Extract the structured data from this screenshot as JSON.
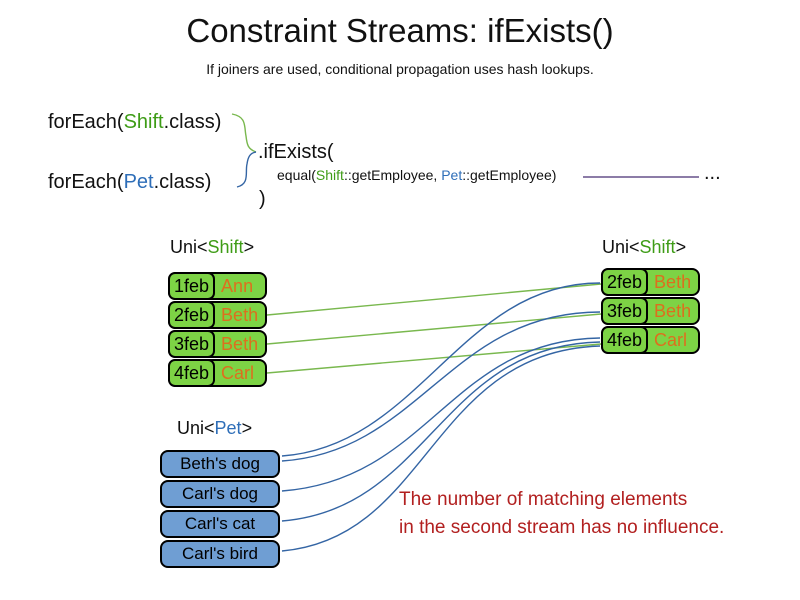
{
  "title": "Constraint Streams: ifExists()",
  "subtitle": "If joiners are used, conditional propagation uses hash lookups.",
  "code": {
    "foreach_shift": {
      "prefix": "forEach(",
      "type": "Shift",
      "suffix": ".class)"
    },
    "foreach_pet": {
      "prefix": "forEach(",
      "type": "Pet",
      "suffix": ".class)"
    },
    "if_exists": ".ifExists(",
    "equal": {
      "prefix": "equal(",
      "shift_type": "Shift",
      "mid": "::getEmployee, ",
      "pet_type": "Pet",
      "suffix": "::getEmployee)"
    },
    "close_paren": ")",
    "ellipsis": "..."
  },
  "labels": {
    "left_stream": {
      "prefix": "Uni<",
      "type": "Shift",
      "suffix": ">"
    },
    "right_stream": {
      "prefix": "Uni<",
      "type": "Shift",
      "suffix": ">"
    },
    "pet_stream": {
      "prefix": "Uni<",
      "type": "Pet",
      "suffix": ">"
    }
  },
  "left_shift_rows": [
    {
      "date": "1feb",
      "name": "Ann"
    },
    {
      "date": "2feb",
      "name": "Beth"
    },
    {
      "date": "3feb",
      "name": "Beth"
    },
    {
      "date": "4feb",
      "name": "Carl"
    }
  ],
  "right_shift_rows": [
    {
      "date": "2feb",
      "name": "Beth"
    },
    {
      "date": "3feb",
      "name": "Beth"
    },
    {
      "date": "4feb",
      "name": "Carl"
    }
  ],
  "pet_rows": [
    "Beth's dog",
    "Carl's dog",
    "Carl's cat",
    "Carl's bird"
  ],
  "note": {
    "line1": "The number of matching elements",
    "line2": "in the second stream has no influence."
  },
  "colors": {
    "green_type": "#3e9c16",
    "blue_type": "#2e6eb8",
    "orange_name": "#dd6f1e",
    "box_green": "#7dd345",
    "box_blue": "#6f9ed3",
    "line_green": "#79b84e",
    "line_blue": "#3465a4",
    "line_purple": "#67518a",
    "note_red": "#b22020"
  }
}
